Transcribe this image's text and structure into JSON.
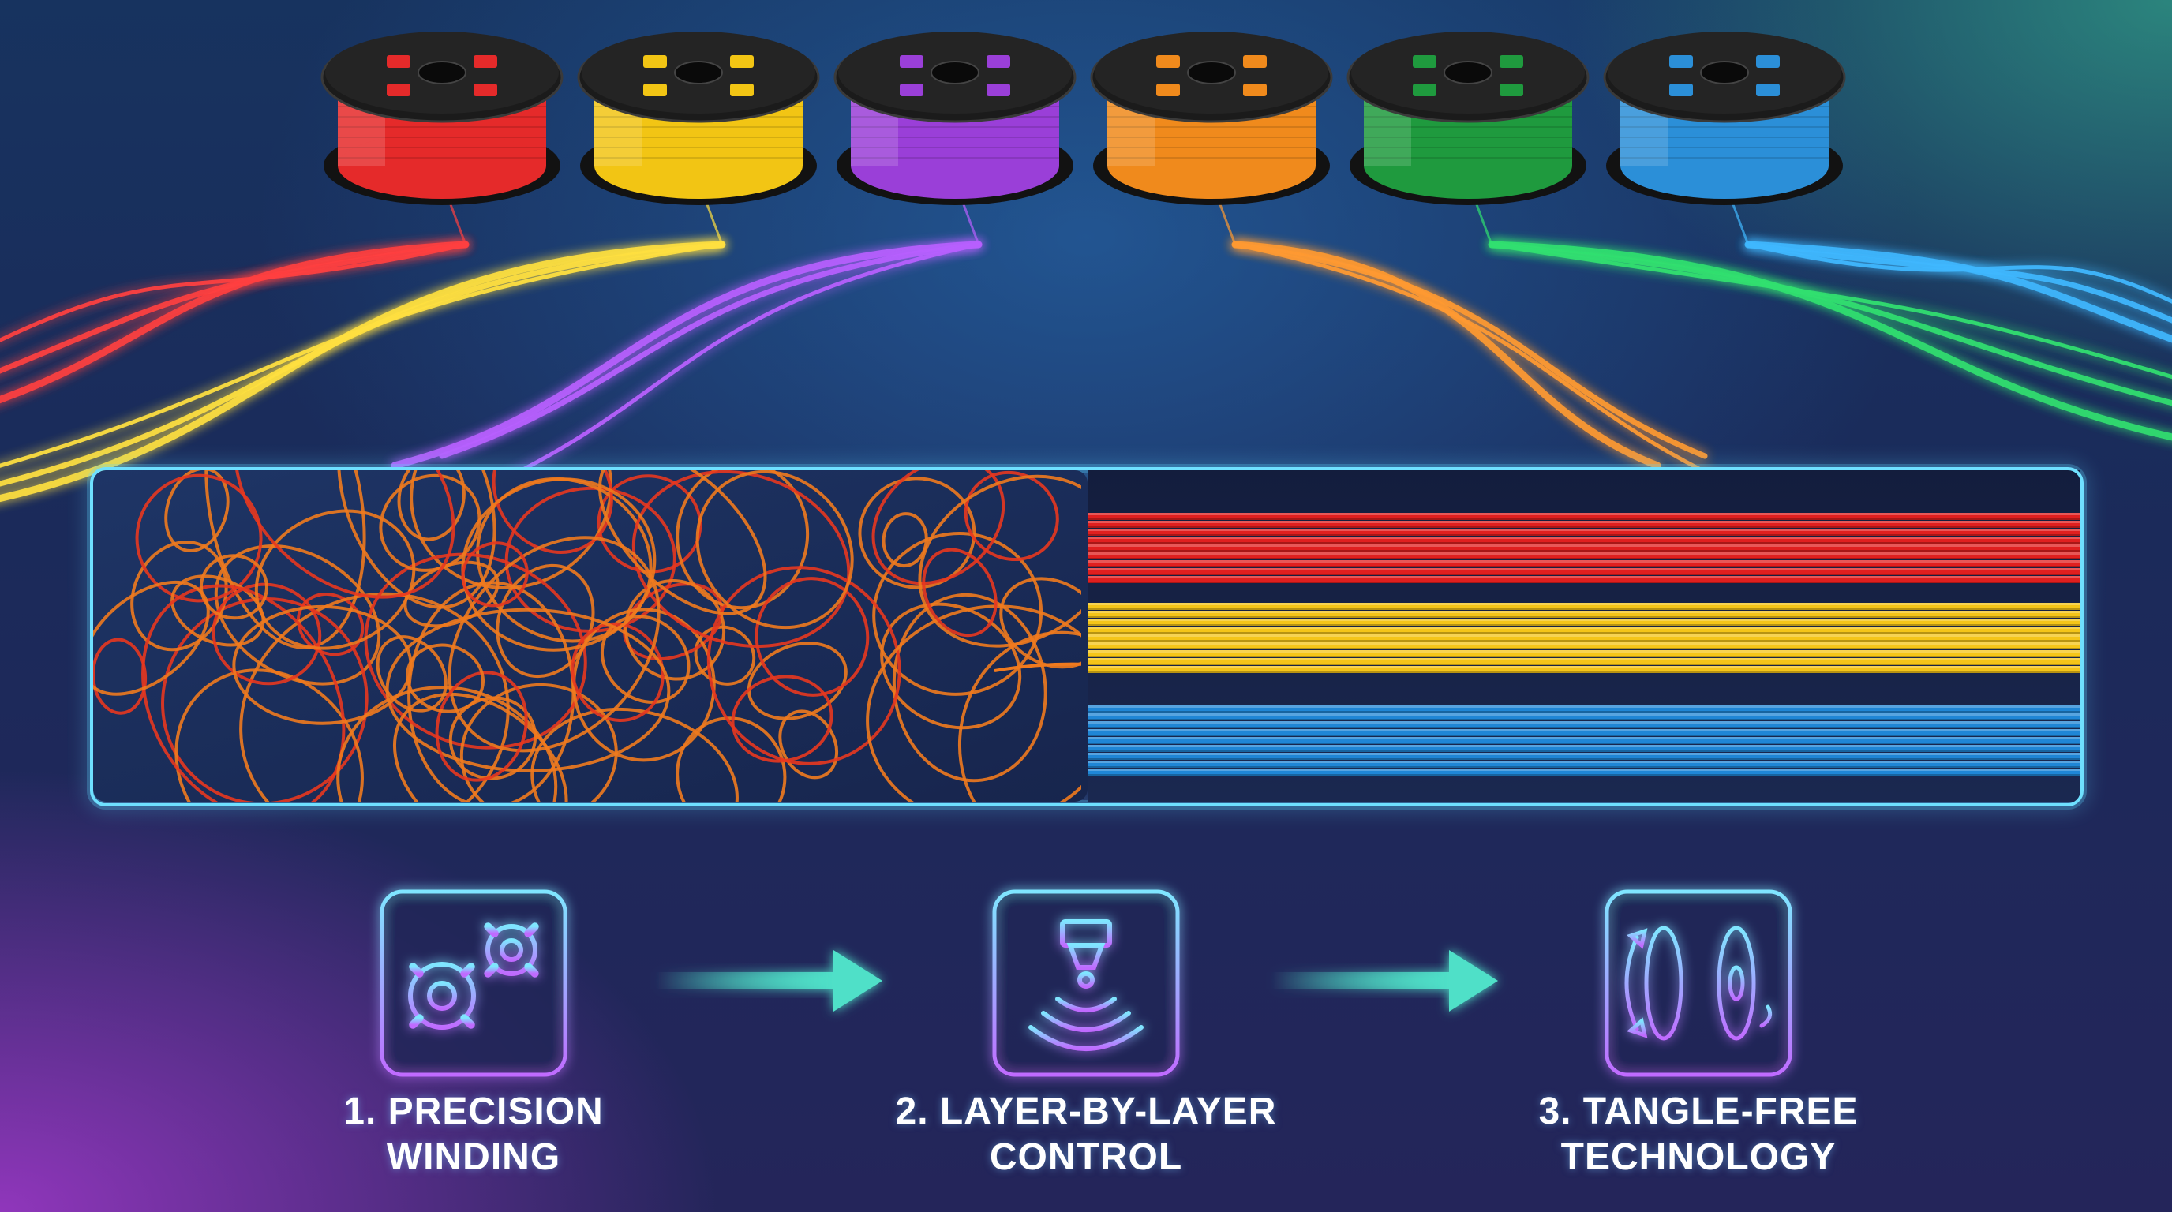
{
  "spools": [
    {
      "color_name": "red",
      "color": "#e52a2a",
      "glow": "#ff4040"
    },
    {
      "color_name": "yellow",
      "color": "#f2c514",
      "glow": "#ffe040"
    },
    {
      "color_name": "purple",
      "color": "#9a3fd8",
      "glow": "#b860ff"
    },
    {
      "color_name": "orange",
      "color": "#f08a1c",
      "glow": "#ff9a30"
    },
    {
      "color_name": "green",
      "color": "#1f9a3e",
      "glow": "#30e070"
    },
    {
      "color_name": "blue",
      "color": "#2b8fd8",
      "glow": "#40b8ff"
    }
  ],
  "comparison": {
    "tangled_colors": [
      "#e8371f",
      "#f07a1e"
    ],
    "aligned_bands": [
      "#e01f1f",
      "#f5c518",
      "#1f86d6"
    ],
    "frame_glow": "#5fd8ff"
  },
  "steps": [
    {
      "line1": "1. PRECISION",
      "line2": "WINDING",
      "icon": "gears-icon"
    },
    {
      "line1": "2. LAYER-BY-LAYER",
      "line2": "CONTROL",
      "icon": "nozzle-waves-icon"
    },
    {
      "line1": "3. TANGLE-FREE",
      "line2": "TECHNOLOGY",
      "icon": "spool-rotate-icon"
    }
  ],
  "accent_colors": {
    "icon_border_top": "#7fe6ff",
    "icon_border_bottom": "#c06bff",
    "arrow": "#4fe0c8"
  }
}
